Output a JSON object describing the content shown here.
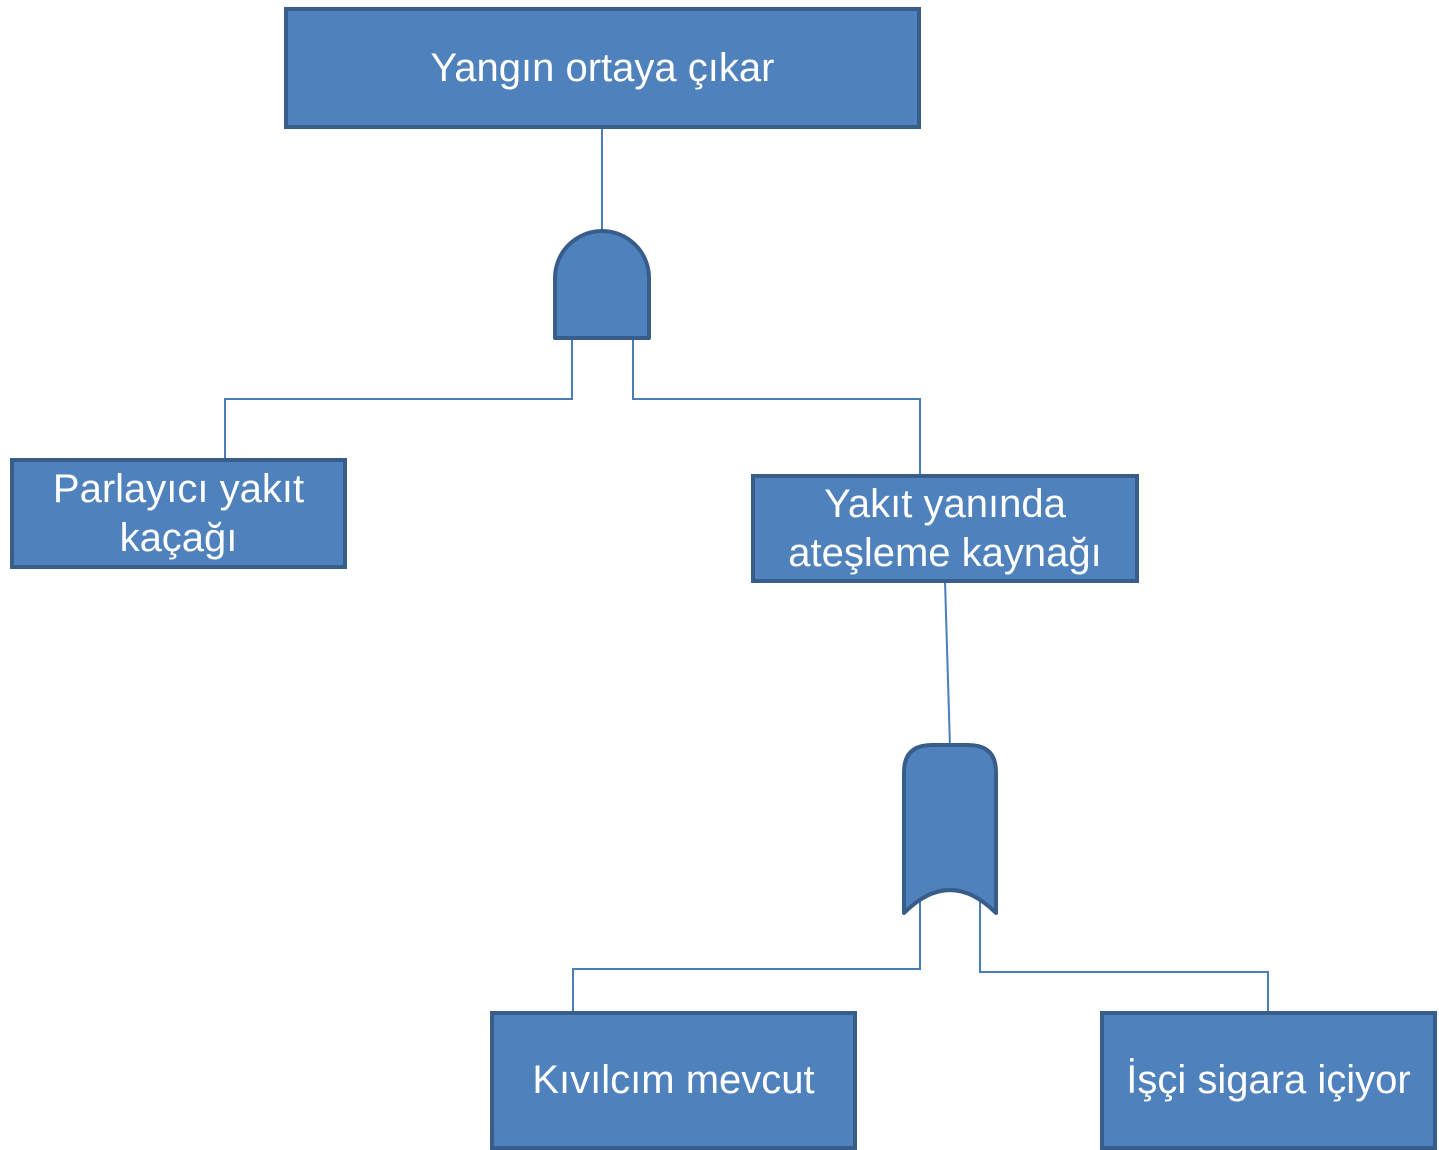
{
  "diagram": {
    "type": "fault-tree",
    "nodes": [
      {
        "id": "top-event",
        "label": "Yangın ortaya çıkar"
      },
      {
        "id": "fuel-leak",
        "label": "Parlayıcı yakıt kaçağı"
      },
      {
        "id": "ignition-near-fuel",
        "label": "Yakıt yanında ateşleme kaynağı"
      },
      {
        "id": "spark-present",
        "label": "Kıvılcım mevcut"
      },
      {
        "id": "worker-smoking",
        "label": "İşçi sigara içiyor"
      }
    ],
    "gates": [
      {
        "id": "and-gate",
        "kind": "AND",
        "inputs": [
          "fuel-leak",
          "ignition-near-fuel"
        ],
        "output": "top-event"
      },
      {
        "id": "or-gate",
        "kind": "OR",
        "inputs": [
          "spark-present",
          "worker-smoking"
        ],
        "output": "ignition-near-fuel"
      }
    ],
    "colors": {
      "fill": "#4f81bd",
      "border": "#385d8a",
      "line": "#4a7ebb",
      "text": "#ffffff"
    }
  }
}
